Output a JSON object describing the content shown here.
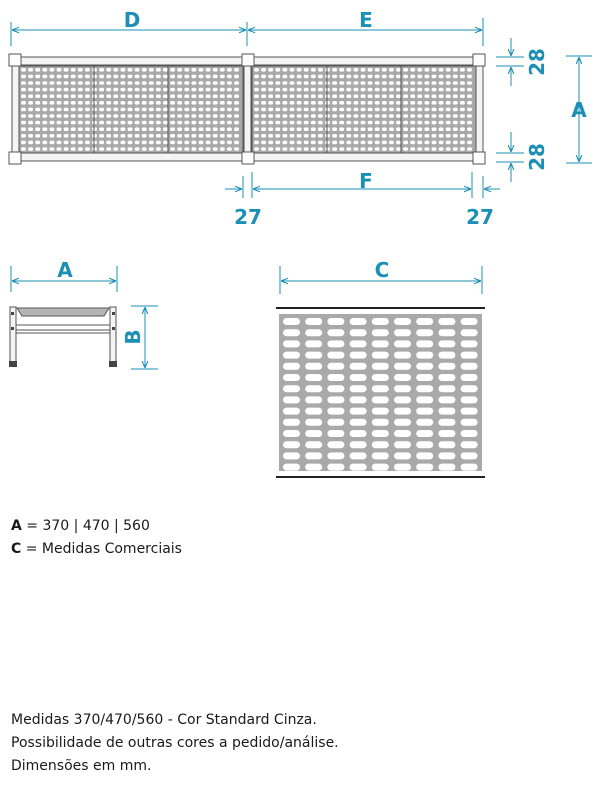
{
  "dimensions": {
    "D": "D",
    "E": "E",
    "F": "F",
    "A": "A",
    "B": "B",
    "C": "C",
    "top_gap": "28",
    "bottom_gap": "28",
    "left_offset": "27",
    "right_offset": "27"
  },
  "legend": {
    "a_key": "A",
    "a_text": " = 370 | 470 | 560",
    "c_key": "C",
    "c_text": " = Medidas Comerciais"
  },
  "notes": {
    "line1": "Medidas 370/470/560 - Cor Standard Cinza.",
    "line2": "Possibilidade de outras cores a pedido/análise.",
    "line3": "Dimensões em mm."
  },
  "colors": {
    "dimension": "#1b8fb5",
    "panel": "#a9a9a9",
    "slot": "#ffffff",
    "frame": "#555555"
  }
}
